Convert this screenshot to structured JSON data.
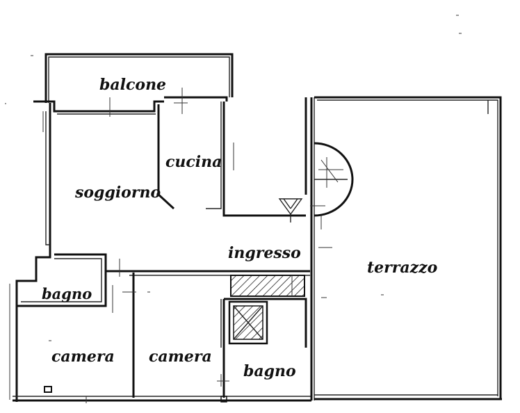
{
  "rooms": {
    "balcone": "balcone",
    "cucina": "cucina",
    "soggiorno": "soggiorno",
    "ingresso": "ingresso",
    "terrazzo": "terrazzo",
    "bagno_left": "bagno",
    "camera_left": "camera",
    "camera_center": "camera",
    "bagno_right": "bagno"
  }
}
